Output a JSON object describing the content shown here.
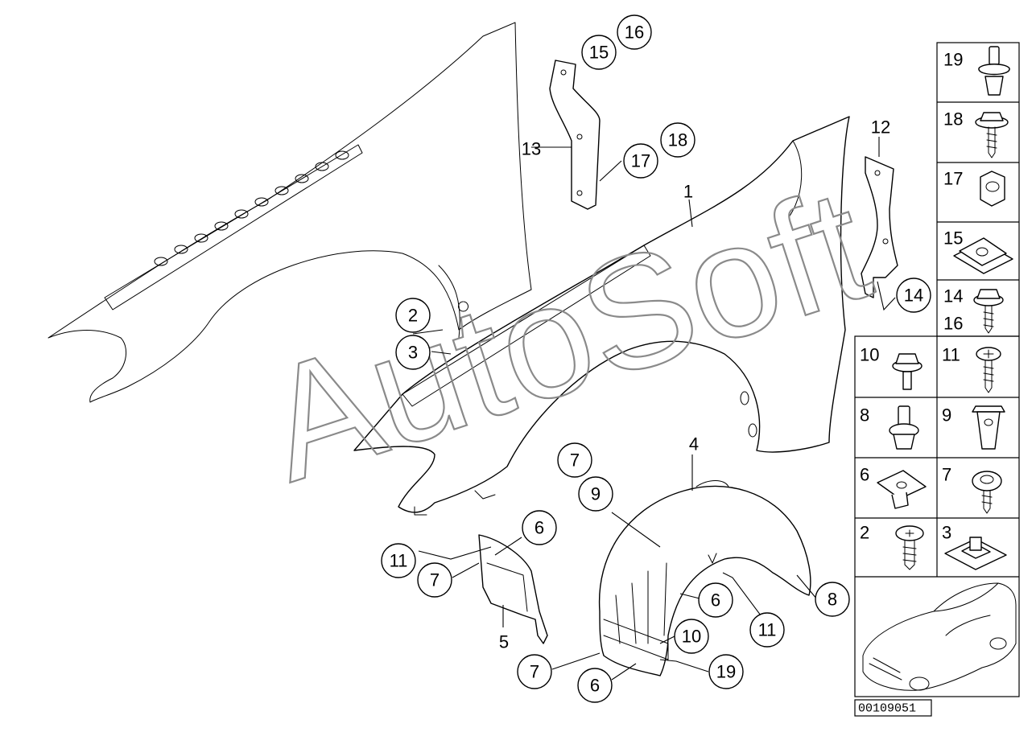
{
  "watermark": "AutoSoft",
  "reference_number": "00109051",
  "callouts": {
    "c2": "2",
    "c3": "3",
    "c6a": "6",
    "c6b": "6",
    "c6c": "6",
    "c7a": "7",
    "c7b": "7",
    "c7c": "7",
    "c8": "8",
    "c9": "9",
    "c10": "10",
    "c11a": "11",
    "c11b": "11",
    "c14": "14",
    "c15": "15",
    "c16": "16",
    "c17": "17",
    "c18": "18",
    "c19": "19"
  },
  "labels": {
    "l1": "1",
    "l4": "4",
    "l5": "5",
    "l12": "12",
    "l13": "13"
  },
  "legend": {
    "r19": "19",
    "r18": "18",
    "r17": "17",
    "r15": "15",
    "r14": "14",
    "r16": "16",
    "r10": "10",
    "r11": "11",
    "r8": "8",
    "r9": "9",
    "r6": "6",
    "r7": "7",
    "r2": "2",
    "r3": "3"
  }
}
